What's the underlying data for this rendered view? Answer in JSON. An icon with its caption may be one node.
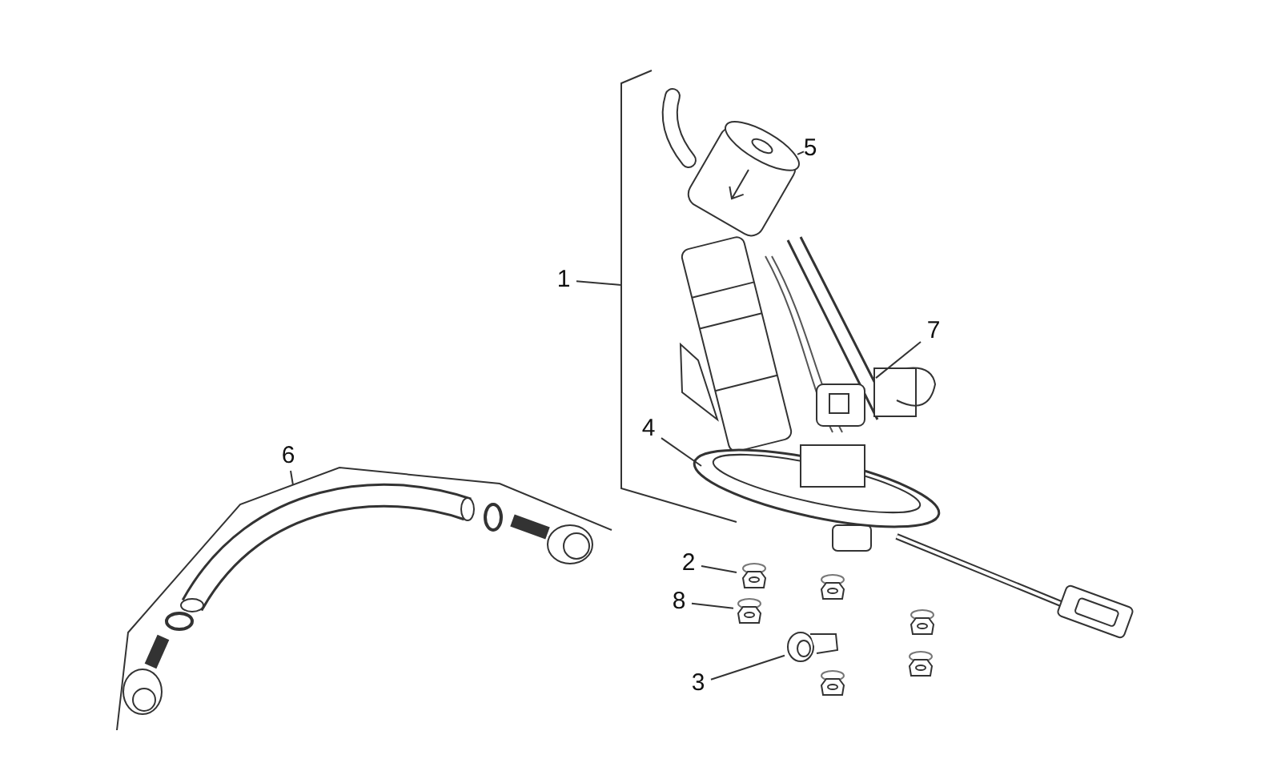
{
  "diagram": {
    "nodes": [
      {
        "text": [
          "1"
        ]
      },
      {
        "text": [
          "5"
        ],
        "in": 8
      },
      {
        "text": [
          "7"
        ],
        "in": 8
      },
      {
        "text": [
          "4"
        ],
        "in": 8
      },
      {
        "text": [
          "6"
        ]
      },
      {
        "text": [
          "2"
        ]
      },
      {
        "text": [
          "8"
        ]
      },
      {
        "text": [
          "3"
        ]
      },
      {
        "text": [],
        "shape": "picture"
      },
      {
        "text": [],
        "shape": "picture",
        "in": 8
      },
      {
        "text": [],
        "shape": "picture",
        "in": 8
      },
      {
        "text": [],
        "shape": "picture",
        "in": 8
      },
      {
        "text": [],
        "shape": "picture"
      },
      {
        "text": [],
        "shape": "picture"
      },
      {
        "text": [],
        "shape": "picture"
      },
      {
        "text": [],
        "shape": "picture"
      }
    ],
    "edges": [
      {
        "from": 0,
        "to": 8,
        "arrow": "none"
      },
      {
        "from": 1,
        "to": 9,
        "arrow": "none"
      },
      {
        "from": 2,
        "to": 10,
        "arrow": "none"
      },
      {
        "from": 3,
        "to": 11,
        "arrow": "none"
      },
      {
        "from": 4,
        "to": 12,
        "arrow": "none"
      },
      {
        "from": 5,
        "to": 13,
        "arrow": "none"
      },
      {
        "from": 6,
        "to": 14,
        "arrow": "none"
      },
      {
        "from": 7,
        "to": 15,
        "arrow": "none"
      }
    ]
  }
}
